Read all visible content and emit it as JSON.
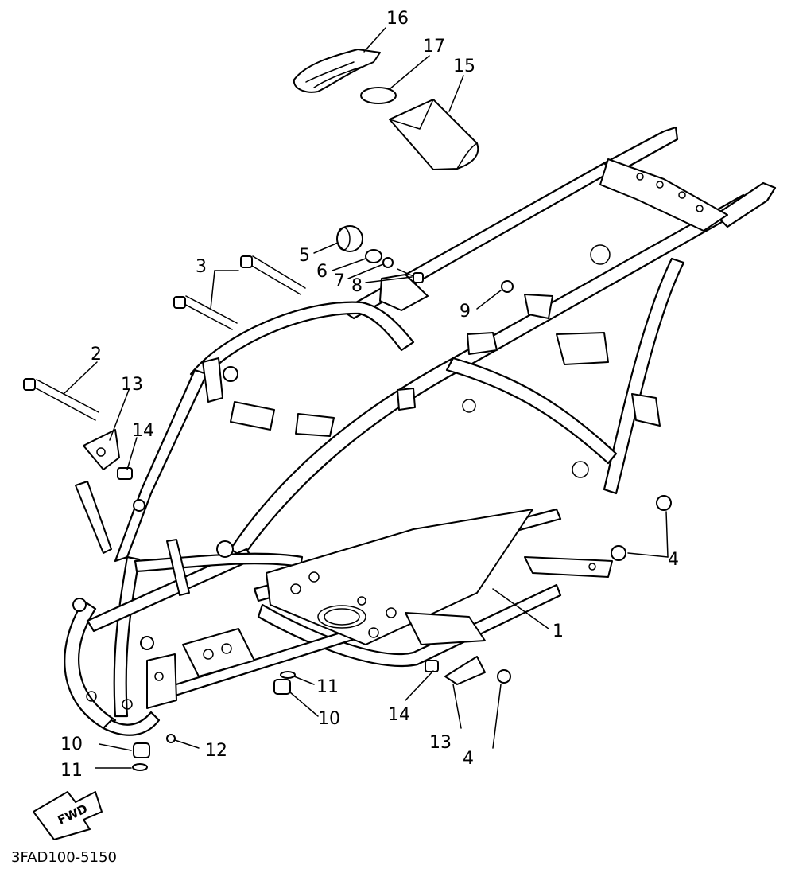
{
  "diagram": {
    "code": "3FAD100-5150",
    "fwd_label": "FWD",
    "callouts": [
      {
        "id": "c1",
        "text": "1"
      },
      {
        "id": "c2",
        "text": "2"
      },
      {
        "id": "c3",
        "text": "3"
      },
      {
        "id": "c4a",
        "text": "4"
      },
      {
        "id": "c4b",
        "text": "4"
      },
      {
        "id": "c5",
        "text": "5"
      },
      {
        "id": "c6",
        "text": "6"
      },
      {
        "id": "c7",
        "text": "7"
      },
      {
        "id": "c8",
        "text": "8"
      },
      {
        "id": "c9",
        "text": "9"
      },
      {
        "id": "c10a",
        "text": "10"
      },
      {
        "id": "c10b",
        "text": "10"
      },
      {
        "id": "c11a",
        "text": "11"
      },
      {
        "id": "c11b",
        "text": "11"
      },
      {
        "id": "c12",
        "text": "12"
      },
      {
        "id": "c13a",
        "text": "13"
      },
      {
        "id": "c13b",
        "text": "13"
      },
      {
        "id": "c14a",
        "text": "14"
      },
      {
        "id": "c14b",
        "text": "14"
      },
      {
        "id": "c15",
        "text": "15"
      },
      {
        "id": "c16",
        "text": "16"
      },
      {
        "id": "c17",
        "text": "17"
      }
    ]
  }
}
